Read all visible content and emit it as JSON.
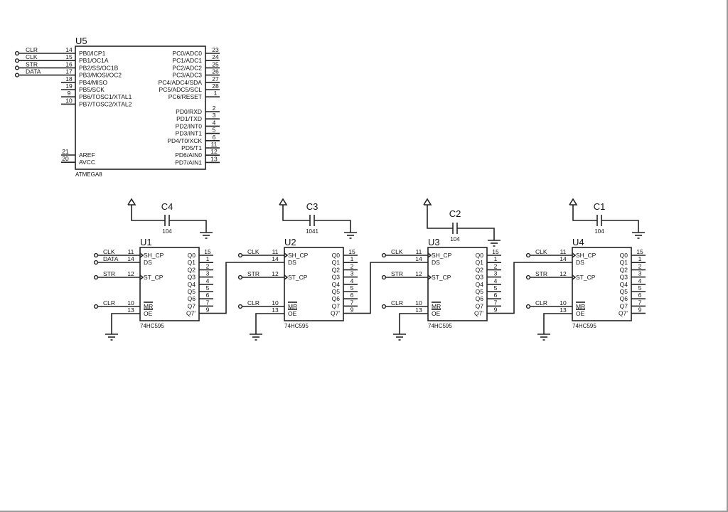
{
  "schematic": {
    "mcu": {
      "ref": "U5",
      "part": "ATMEGA8",
      "left_pins": [
        {
          "num": "14",
          "name": "PB0/ICP1",
          "net": "CLR"
        },
        {
          "num": "15",
          "name": "PB1/OC1A",
          "net": "CLK"
        },
        {
          "num": "16",
          "name": "PB2/SS/OC1B",
          "net": "STR"
        },
        {
          "num": "17",
          "name": "PB3/MOSI/OC2",
          "net": "DATA"
        },
        {
          "num": "18",
          "name": "PB4/MISO",
          "net": ""
        },
        {
          "num": "19",
          "name": "PB5/SCK",
          "net": ""
        },
        {
          "num": "9",
          "name": "PB6/TOSC1/XTAL1",
          "net": ""
        },
        {
          "num": "10",
          "name": "PB7/TOSC2/XTAL2",
          "net": ""
        }
      ],
      "left_pins_bottom": [
        {
          "num": "21",
          "name": "AREF"
        },
        {
          "num": "20",
          "name": "AVCC"
        }
      ],
      "right_pins_c": [
        {
          "num": "23",
          "name": "PC0/ADC0"
        },
        {
          "num": "24",
          "name": "PC1/ADC1"
        },
        {
          "num": "25",
          "name": "PC2/ADC2"
        },
        {
          "num": "26",
          "name": "PC3/ADC3"
        },
        {
          "num": "27",
          "name": "PC4/ADC4/SDA"
        },
        {
          "num": "28",
          "name": "PC5/ADC5/SCL"
        },
        {
          "num": "1",
          "name": "PC6/RESET"
        }
      ],
      "right_pins_d": [
        {
          "num": "2",
          "name": "PD0/RXD"
        },
        {
          "num": "3",
          "name": "PD1/TXD"
        },
        {
          "num": "4",
          "name": "PD2/INT0"
        },
        {
          "num": "5",
          "name": "PD3/INT1"
        },
        {
          "num": "6",
          "name": "PD4/T0/XCK"
        },
        {
          "num": "11",
          "name": "PD5/T1"
        },
        {
          "num": "12",
          "name": "PD6/AIN0"
        },
        {
          "num": "13",
          "name": "PD7/AIN1"
        }
      ]
    },
    "shift_registers": [
      {
        "ref": "U1",
        "part": "74HC595",
        "cap_ref": "C4",
        "cap_value": "104",
        "ds_net": "DATA"
      },
      {
        "ref": "U2",
        "part": "74HC595",
        "cap_ref": "C3",
        "cap_value": "1041",
        "ds_net": ""
      },
      {
        "ref": "U3",
        "part": "74HC595",
        "cap_ref": "C2",
        "cap_value": "104",
        "ds_net": ""
      },
      {
        "ref": "U4",
        "part": "74HC595",
        "cap_ref": "C1",
        "cap_value": "104",
        "ds_net": ""
      }
    ],
    "sr_left_pins": [
      {
        "num": "11",
        "name": "SH_CP",
        "net": "CLK",
        "clock": true
      },
      {
        "num": "14",
        "name": "DS",
        "net": "",
        "clock": false
      },
      {
        "num": "12",
        "name": "ST_CP",
        "net": "STR",
        "clock": true
      },
      {
        "num": "10",
        "name": "MR",
        "net": "CLR",
        "clock": false,
        "overbar": true
      },
      {
        "num": "13",
        "name": "OE",
        "net": "",
        "clock": false,
        "overbar": true
      }
    ],
    "sr_right_pins": [
      {
        "num": "15",
        "name": "Q0"
      },
      {
        "num": "1",
        "name": "Q1"
      },
      {
        "num": "2",
        "name": "Q2"
      },
      {
        "num": "3",
        "name": "Q3"
      },
      {
        "num": "4",
        "name": "Q4"
      },
      {
        "num": "5",
        "name": "Q5"
      },
      {
        "num": "6",
        "name": "Q6"
      },
      {
        "num": "7",
        "name": "Q7"
      },
      {
        "num": "9",
        "name": "Q7'"
      }
    ]
  }
}
